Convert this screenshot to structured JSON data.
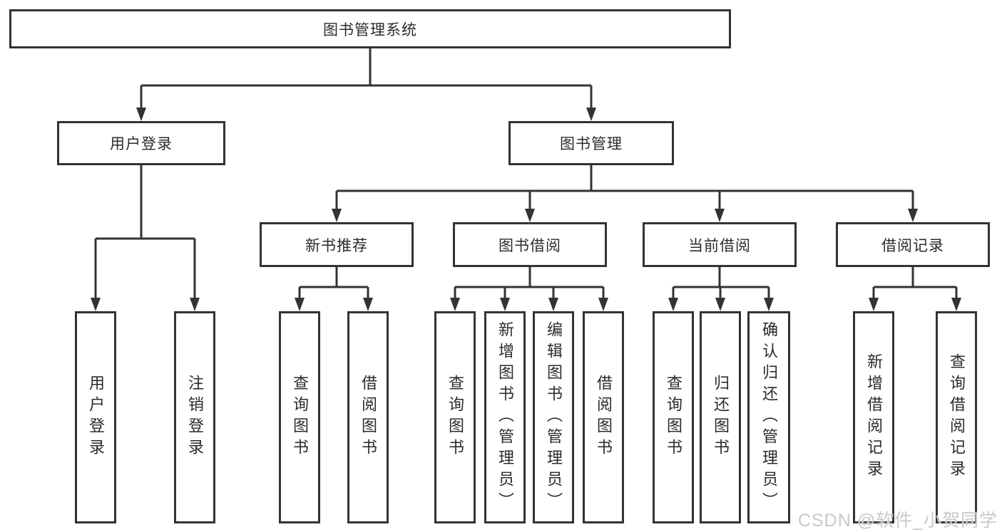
{
  "tree": {
    "label": "图书管理系统",
    "children": [
      {
        "label": "用户登录",
        "children": [
          {
            "label": "用户登录"
          },
          {
            "label": "注销登录"
          }
        ]
      },
      {
        "label": "图书管理",
        "children": [
          {
            "label": "新书推荐",
            "children": [
              {
                "label": "查询图书"
              },
              {
                "label": "借阅图书"
              }
            ]
          },
          {
            "label": "图书借阅",
            "children": [
              {
                "label": "查询图书"
              },
              {
                "label": "新增图书（管理员）"
              },
              {
                "label": "编辑图书（管理员）"
              },
              {
                "label": "借阅图书"
              }
            ]
          },
          {
            "label": "当前借阅",
            "children": [
              {
                "label": "查询图书"
              },
              {
                "label": "归还图书"
              },
              {
                "label": "确认归还（管理员）"
              }
            ]
          },
          {
            "label": "借阅记录",
            "children": [
              {
                "label": "新增借阅记录"
              },
              {
                "label": "查询借阅记录"
              }
            ]
          }
        ]
      }
    ]
  },
  "watermark": {
    "text": "CSDN @软件_小贺同学"
  },
  "colors": {
    "line": "#333333",
    "box_border": "#333333",
    "box_fill": "#ffffff",
    "text": "#2b2b2b",
    "watermark": "#c9c9c9",
    "background": "#ffffff"
  }
}
